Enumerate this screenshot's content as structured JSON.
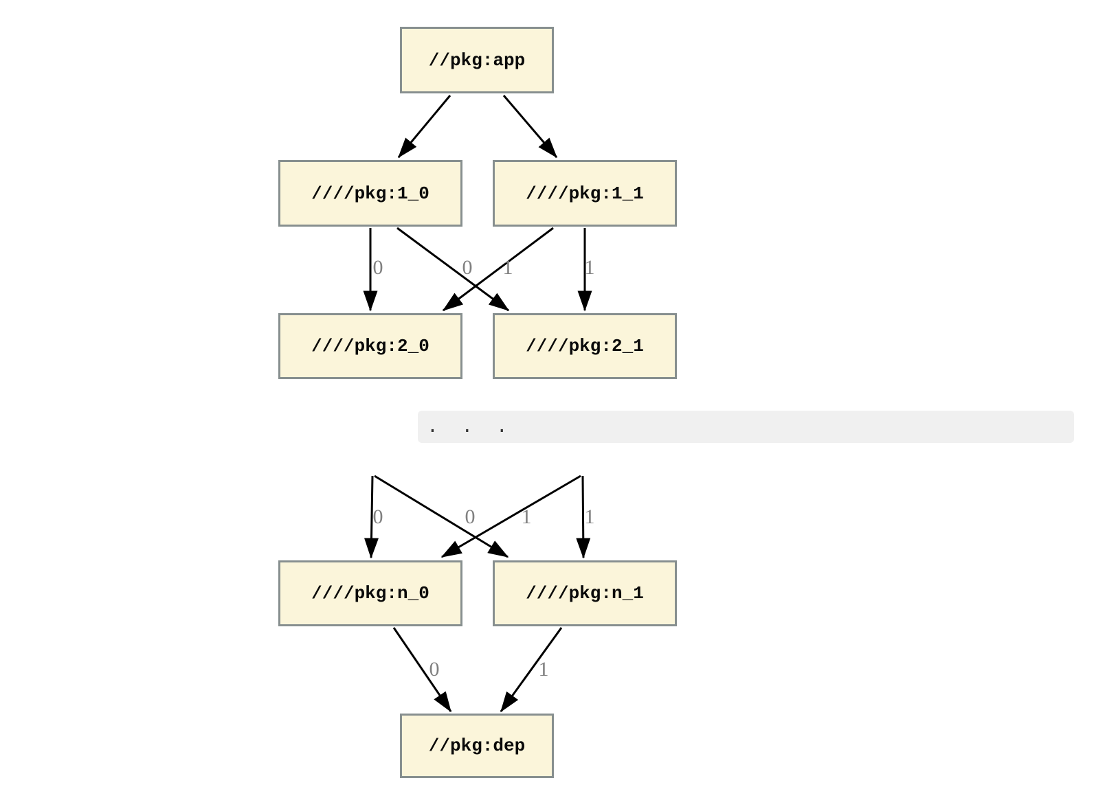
{
  "figure": {
    "kind": "dependency-graph",
    "colors": {
      "node_fill": "#fbf5da",
      "node_border": "#878f8f",
      "node_text": "#0a0a0a",
      "edge": "#000000",
      "edge_label": "#808080",
      "ellipsis_band_bg": "#f0f0f0",
      "ellipsis_text": "#333333",
      "page_bg": "#ffffff"
    },
    "nodes": [
      {
        "id": "app",
        "label": "//pkg:app"
      },
      {
        "id": "v1_0",
        "label": "////pkg:1_0"
      },
      {
        "id": "v1_1",
        "label": "////pkg:1_1"
      },
      {
        "id": "v2_0",
        "label": "////pkg:2_0"
      },
      {
        "id": "v2_1",
        "label": "////pkg:2_1"
      },
      {
        "id": "vn_0",
        "label": "////pkg:n_0"
      },
      {
        "id": "vn_1",
        "label": "////pkg:n_1"
      },
      {
        "id": "dep",
        "label": "//pkg:dep"
      }
    ],
    "edges": [
      {
        "from": "//pkg:app",
        "to": "////pkg:1_0",
        "label": ""
      },
      {
        "from": "//pkg:app",
        "to": "////pkg:1_1",
        "label": ""
      },
      {
        "from": "////pkg:1_0",
        "to": "////pkg:2_0",
        "label": "0"
      },
      {
        "from": "////pkg:1_0",
        "to": "////pkg:2_1",
        "label": "0"
      },
      {
        "from": "////pkg:1_1",
        "to": "////pkg:2_0",
        "label": "1"
      },
      {
        "from": "////pkg:1_1",
        "to": "////pkg:2_1",
        "label": "1"
      },
      {
        "from": "...",
        "to": "////pkg:n_0",
        "label": "0"
      },
      {
        "from": "...",
        "to": "////pkg:n_1",
        "label": "0"
      },
      {
        "from": "...",
        "to": "////pkg:n_0",
        "label": "1"
      },
      {
        "from": "...",
        "to": "////pkg:n_1",
        "label": "1"
      },
      {
        "from": "////pkg:n_0",
        "to": "//pkg:dep",
        "label": "0"
      },
      {
        "from": "////pkg:n_1",
        "to": "//pkg:dep",
        "label": "1"
      }
    ],
    "ellipsis": {
      "text": ".  .  ."
    }
  }
}
